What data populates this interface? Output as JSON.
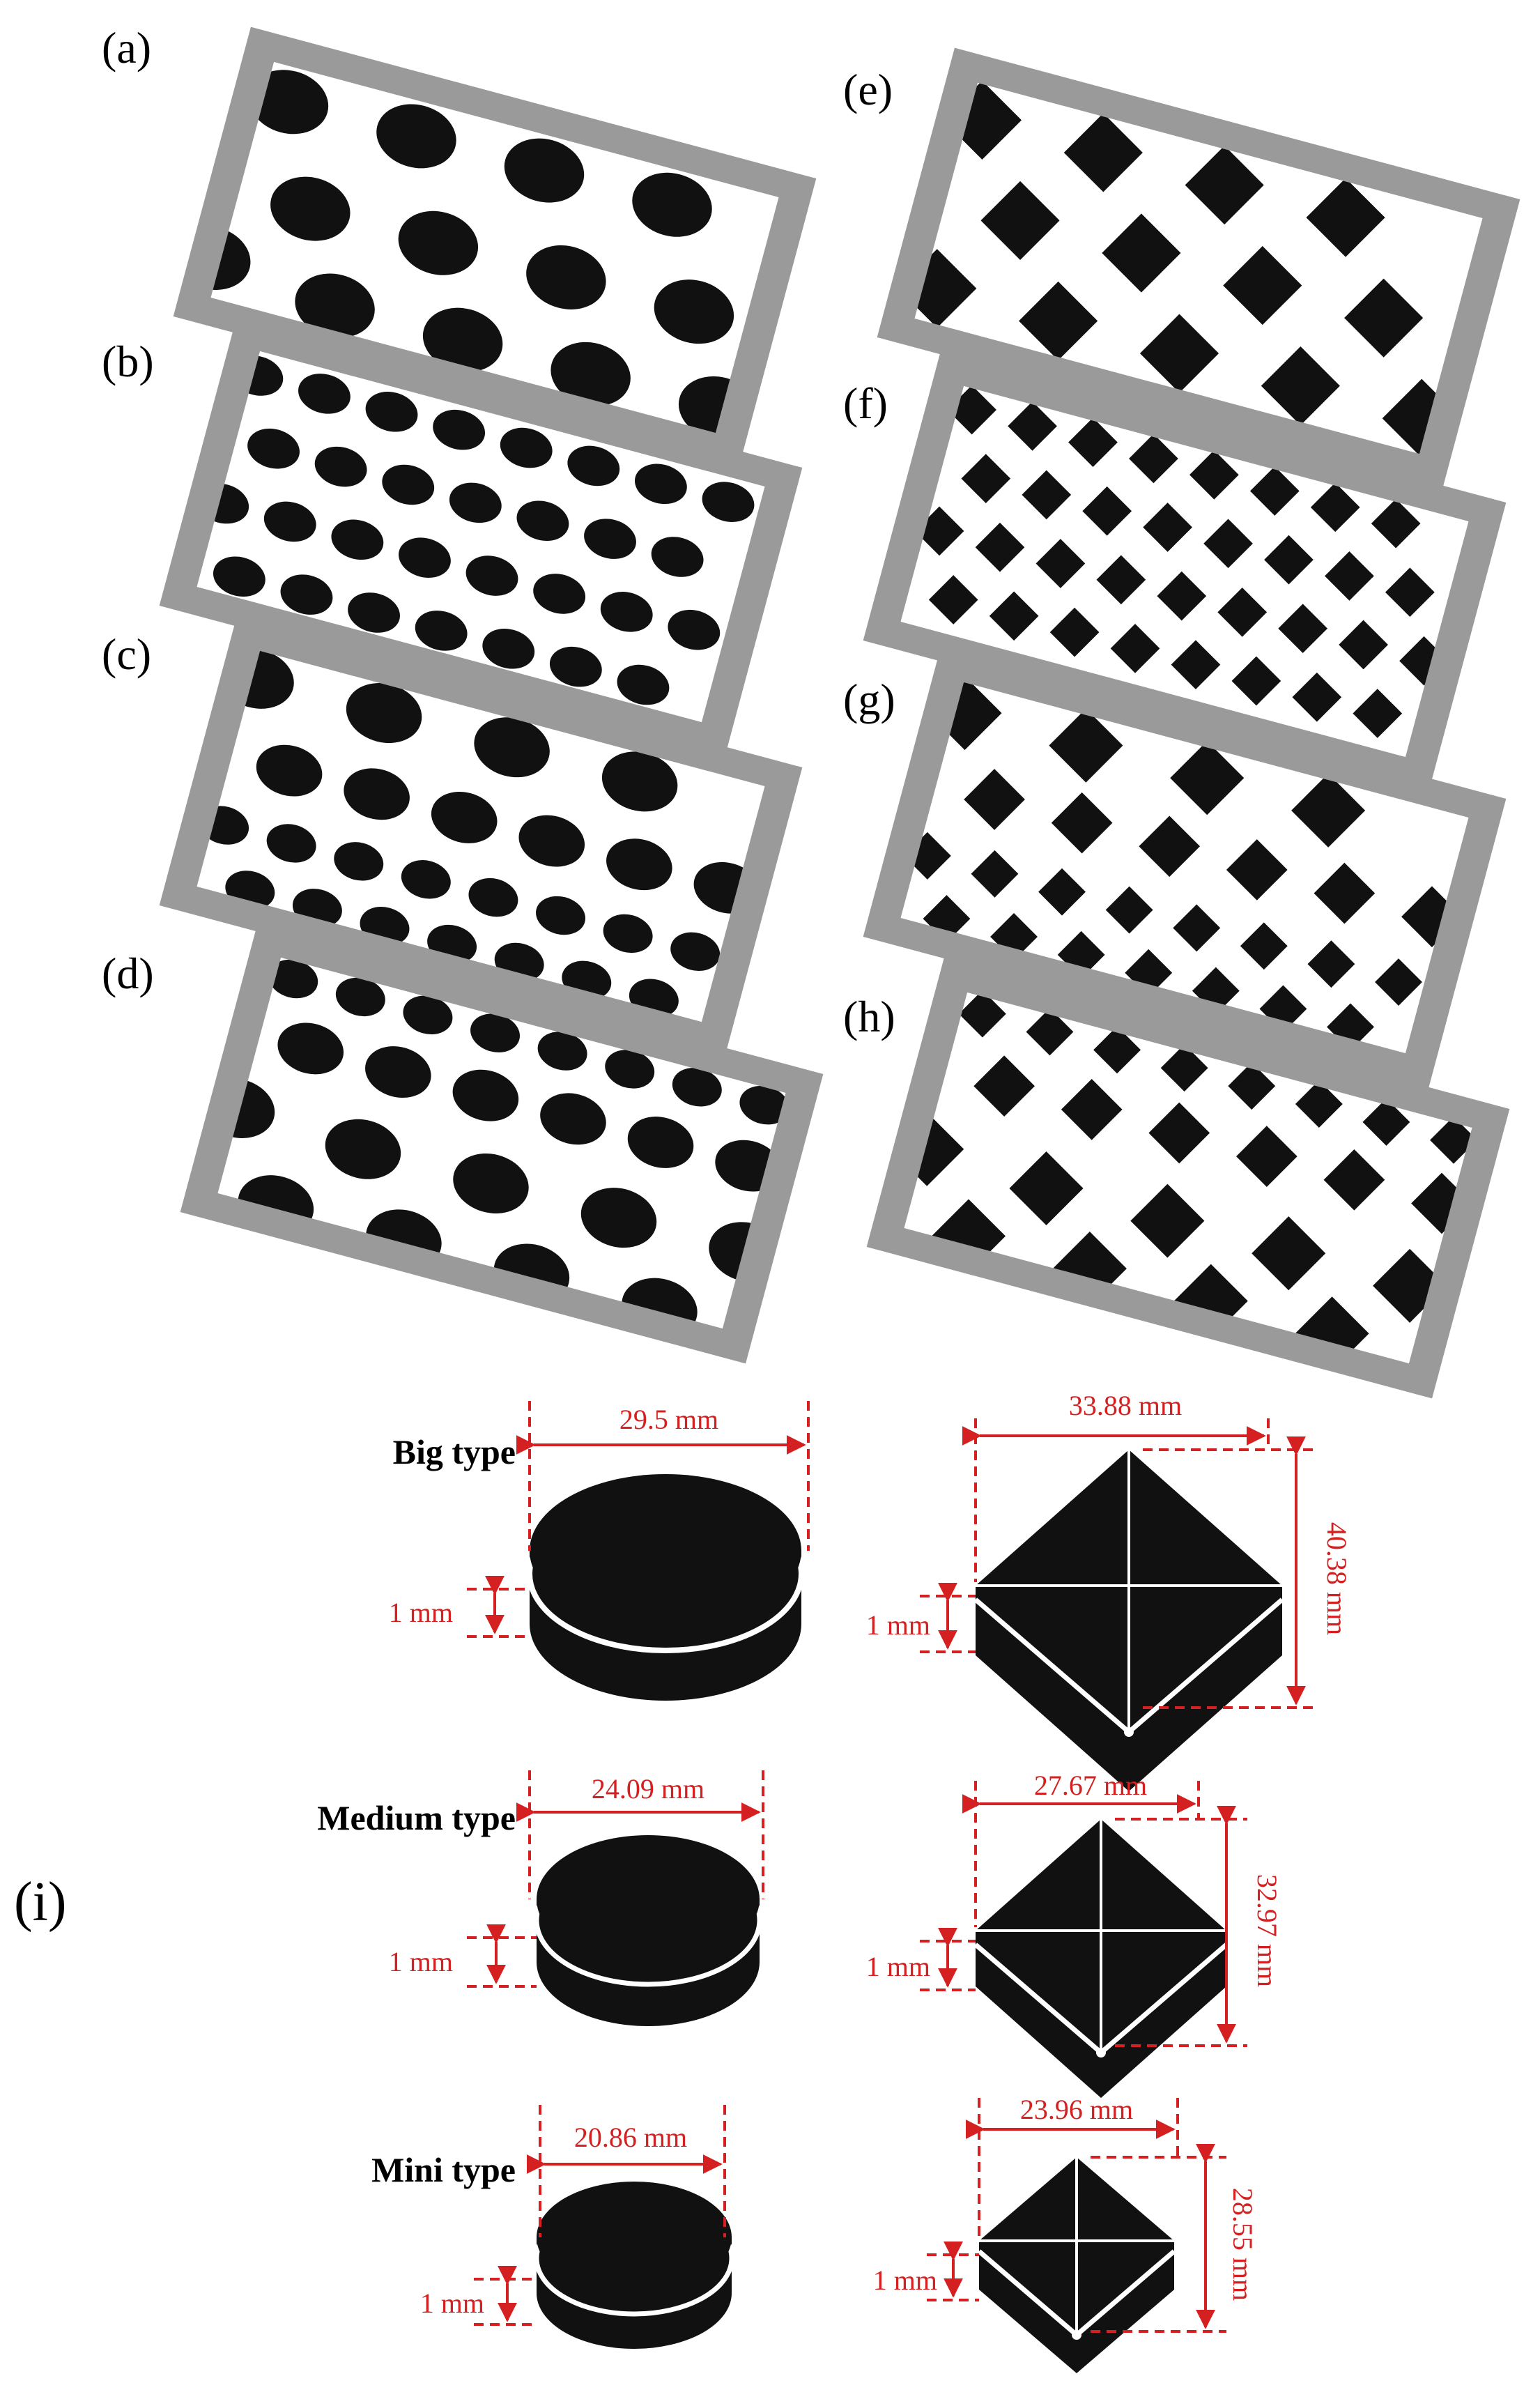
{
  "panel_labels": {
    "a": "(a)",
    "b": "(b)",
    "c": "(c)",
    "d": "(d)",
    "e": "(e)",
    "f": "(f)",
    "g": "(g)",
    "h": "(h)",
    "i": "(i)"
  },
  "size_types": {
    "big": "Big type",
    "medium": "Medium type",
    "mini": "Mini type"
  },
  "dimensions": {
    "big": {
      "circle_diameter": "29.5 mm",
      "circle_thickness": "1 mm",
      "square_width": "33.88 mm",
      "square_height": "40.38 mm",
      "square_thickness": "1 mm"
    },
    "medium": {
      "circle_diameter": "24.09 mm",
      "circle_thickness": "1 mm",
      "square_width": "27.67 mm",
      "square_height": "32.97 mm",
      "square_thickness": "1 mm"
    },
    "mini": {
      "circle_diameter": "20.86 mm",
      "circle_thickness": "1 mm",
      "square_width": "23.96 mm",
      "square_height": "28.55 mm",
      "square_thickness": "1 mm"
    }
  },
  "colors": {
    "frame": "#9a9a9a",
    "shape": "#111111",
    "dimension": "#d42020"
  }
}
